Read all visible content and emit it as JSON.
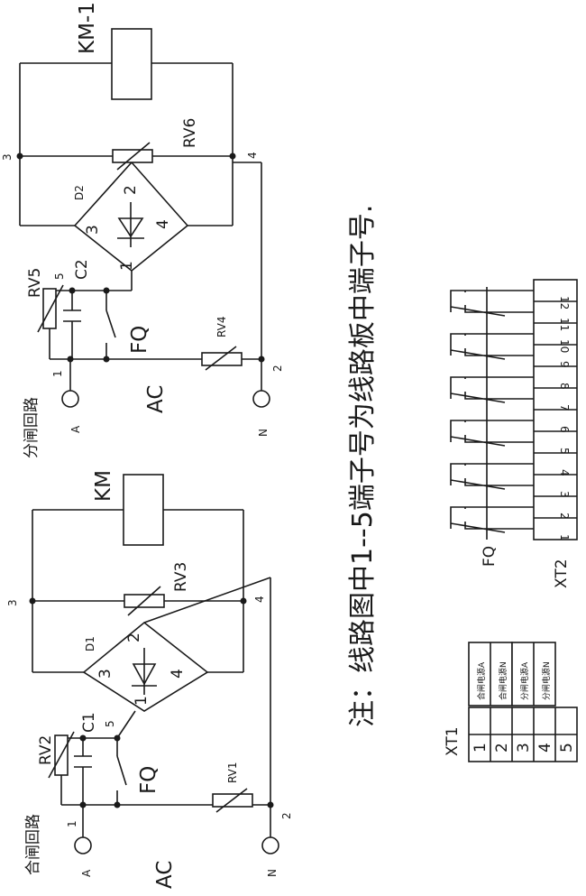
{
  "close_circuit": {
    "title": "合闸回路",
    "terminal_a": "A",
    "terminal_n": "N",
    "source": "AC",
    "node_1": "1",
    "node_2": "2",
    "node_3": "3",
    "node_4": "4",
    "node_5": "5",
    "rv1": "RV1",
    "rv2": "RV2",
    "rv3": "RV3",
    "c1": "C1",
    "fq": "FQ",
    "d1": "D1",
    "km": "KM",
    "bridge_2": "2",
    "bridge_3": "3",
    "bridge_4": "4",
    "bridge_1": "1"
  },
  "open_circuit": {
    "title": "分闸回路",
    "terminal_a": "A",
    "terminal_n": "N",
    "source": "AC",
    "node_1": "1",
    "node_2": "2",
    "node_3": "3",
    "node_4": "4",
    "node_5": "5",
    "rv4": "RV4",
    "rv5": "RV5",
    "rv6": "RV6",
    "c2": "C2",
    "fq": "FQ",
    "d2": "D2",
    "km": "KM-1",
    "bridge_2": "2",
    "bridge_3": "3",
    "bridge_4": "4",
    "bridge_1": "1"
  },
  "note": "注：线路图中1--5端子号为线路板中端子号.",
  "xt1": {
    "label": "XT1",
    "terminals": [
      "1",
      "2",
      "3",
      "4",
      "5"
    ],
    "descriptions": [
      "合闸电源A",
      "合闸电源N",
      "分闸电源A",
      "分闸电源N"
    ]
  },
  "xt2": {
    "label": "XT2",
    "fq_label": "FQ",
    "terminals": [
      "1",
      "2",
      "3",
      "4",
      "5",
      "6",
      "7",
      "8",
      "9",
      "10",
      "11",
      "12"
    ]
  }
}
